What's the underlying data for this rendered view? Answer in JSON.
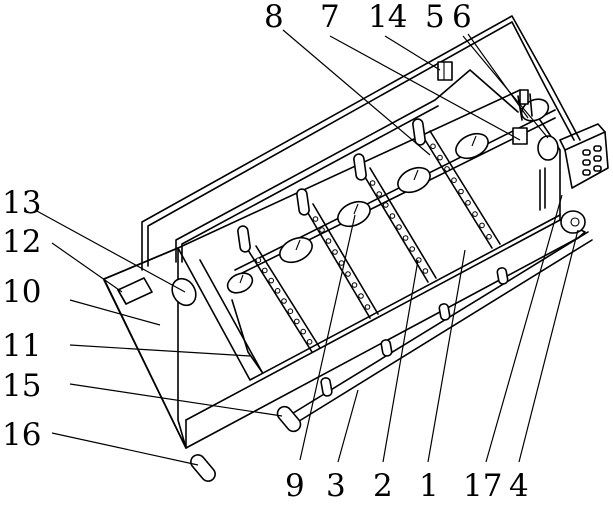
{
  "labels": {
    "n1": "1",
    "n2": "2",
    "n3": "3",
    "n4": "4",
    "n5": "5",
    "n6": "6",
    "n7": "7",
    "n8": "8",
    "n9": "9",
    "n10": "10",
    "n11": "11",
    "n12": "12",
    "n13": "13",
    "n14": "14",
    "n15": "15",
    "n16": "16",
    "n17": "17"
  }
}
